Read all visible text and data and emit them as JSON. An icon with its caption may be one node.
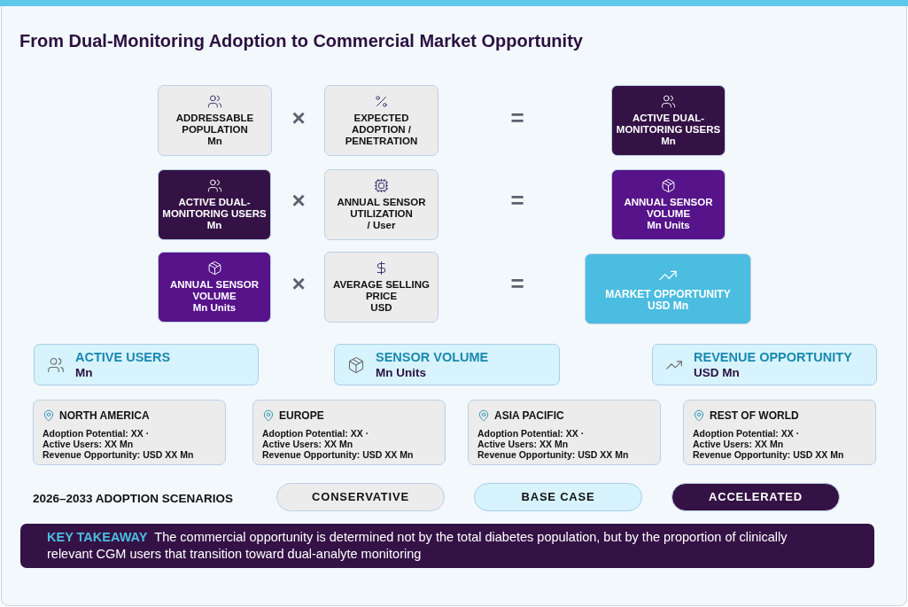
{
  "diagram": {
    "title": "From Dual-Monitoring Adoption to Commercial Market Opportunity",
    "nodes": [
      {
        "text": [
          "ADDRESSABLE POPULATION",
          "Mn"
        ]
      },
      {
        "text": [
          "EXPECTED ADOPTION / PENETRATION"
        ]
      },
      {
        "text": [
          "ACTIVE DUAL-MONITORING USERS",
          "Mn"
        ]
      },
      {
        "text": [
          "ACTIVE DUAL-MONITORING USERS",
          "Mn"
        ]
      },
      {
        "text": [
          "ANNUAL SENSOR UTILIZATION",
          "/ User"
        ]
      },
      {
        "text": [
          "ANNUAL SENSOR VOLUME",
          "Mn Units"
        ]
      },
      {
        "text": [
          "ANNUAL SENSOR VOLUME",
          "Mn Units"
        ]
      },
      {
        "text": [
          "AVERAGE SELLING PRICE",
          "USD"
        ]
      },
      {
        "text": [
          "MARKET OPPORTUNITY",
          "USD Mn"
        ]
      },
      {
        "text": [
          "ACTIVE USERS",
          "Mn"
        ]
      },
      {
        "text": [
          "SENSOR VOLUME",
          "Mn Units"
        ]
      },
      {
        "text": [
          "REVENUE OPPORTUNITY",
          "USD Mn"
        ]
      },
      {
        "text": [
          "NORTH AMERICA",
          "Adoption Potential: XX ·",
          "Active Users: XX Mn",
          "Revenue Opportunity: USD XX Mn"
        ]
      },
      {
        "text": [
          "EUROPE",
          "Adoption Potential: XX ·",
          "Active Users: XX Mn",
          "Revenue Opportunity: USD XX Mn"
        ]
      },
      {
        "text": [
          "ASIA PACIFIC",
          "Adoption Potential: XX ·",
          "Active Users: XX Mn",
          "Revenue Opportunity: USD XX Mn"
        ]
      },
      {
        "text": [
          "REST OF WORLD",
          "Adoption Potential: XX ·",
          "Active Users: XX Mn",
          "Revenue Opportunity: USD XX Mn"
        ]
      },
      {
        "text": [
          "CONSERVATIVE"
        ]
      },
      {
        "text": [
          "BASE CASE"
        ]
      },
      {
        "text": [
          "ACCELERATED"
        ]
      },
      {
        "text": [
          "KEY TAKEAWAY",
          "The commercial opportunity is determined not by the total diabetes population, but by the proportion of clinically relevant CGM users that transition toward dual-analyte monitoring"
        ]
      }
    ],
    "labels": [
      "×",
      "=",
      "×",
      "=",
      "×",
      "=",
      "2026–2033 ADOPTION SCENARIOS"
    ]
  }
}
